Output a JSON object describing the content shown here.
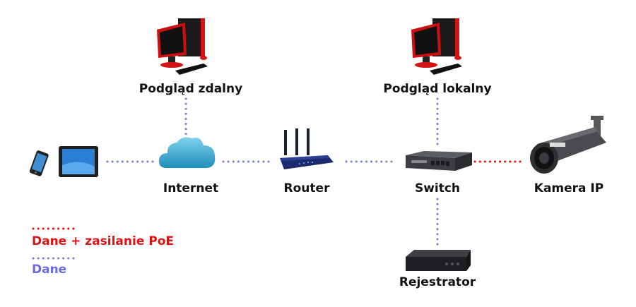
{
  "labels": {
    "remote_view": "Podgląd zdalny",
    "local_view": "Podgląd lokalny",
    "internet": "Internet",
    "router": "Router",
    "switch": "Switch",
    "camera": "Kamera IP",
    "recorder": "Rejestrator"
  },
  "legend": {
    "poe": "Dane + zasilanie PoE",
    "data": "Dane"
  },
  "colors": {
    "data_line": "#7b7be6",
    "poe_line": "#e01010",
    "poe_text": "#e01010",
    "data_text": "#6a6ae8"
  }
}
